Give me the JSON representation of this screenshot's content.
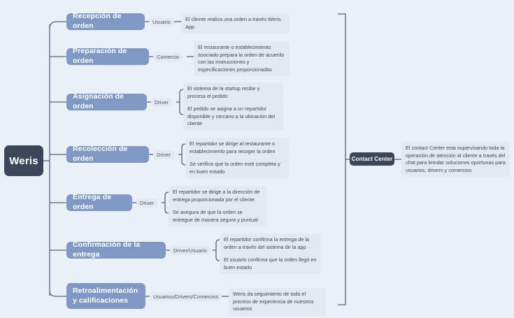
{
  "diagram": {
    "title": "Weris",
    "root": {
      "label": "Weris"
    },
    "branches": [
      {
        "label": "Recepción de orden",
        "role": "Usuario",
        "details": [
          "El cliente realiza una orden a través Weris App"
        ]
      },
      {
        "label": "Preparación de orden",
        "role": "Comercio",
        "details": [
          "El restaurante o establecimiento asociado prepara la orden de acuerdo con las instrucciones y especificaciones proporcionadas"
        ]
      },
      {
        "label": "Asignación de orden",
        "role": "Driver",
        "details": [
          "El sistema de la startup recibe y procesa el pedido",
          "El pedido se asigna a un repartidor disponible y cercano a la ubicación del cliente"
        ]
      },
      {
        "label": "Recolección de orden",
        "role": "Driver",
        "details": [
          "El repartidor se dirige al restaurante o establecimiento para recoger la orden",
          "Se verifica que la orden esté completa y en buen estado"
        ]
      },
      {
        "label": "Entrega de orden",
        "role": "Driver",
        "details": [
          "El repartidor se dirige a la dirección de entrega proporcionada por el cliente.",
          "Se asegura de que la orden se entregue de manera segura y puntual"
        ]
      },
      {
        "label": "Confirmación de la entrega",
        "role": "Driver/Usuario",
        "details": [
          "El repartidor confirma la entrega de la orden a través del sistema de la app",
          "El usuario confirma que la orden llegó en buen estado"
        ]
      },
      {
        "label": "Retroalimentación y calificaciones",
        "role": "Usuarios/Drivers/Comercios",
        "details": [
          "Weris da seguimiento de todo el proceso de experiencia de nuestros usuarios"
        ]
      }
    ],
    "contact_center": {
      "label": "Contact Center",
      "detail": "El contact Center esta supervisando toda la operación de atención al cliente a través del chat para brindar soluciones oportunas para usuarios, drivers y comercios"
    },
    "colors": {
      "background": "#eaf0f8",
      "root": "#3b4659",
      "branch": "#8099c4",
      "pill": "#e3e9f1",
      "line": "#57637a",
      "text_dark": "#3d4757"
    }
  }
}
